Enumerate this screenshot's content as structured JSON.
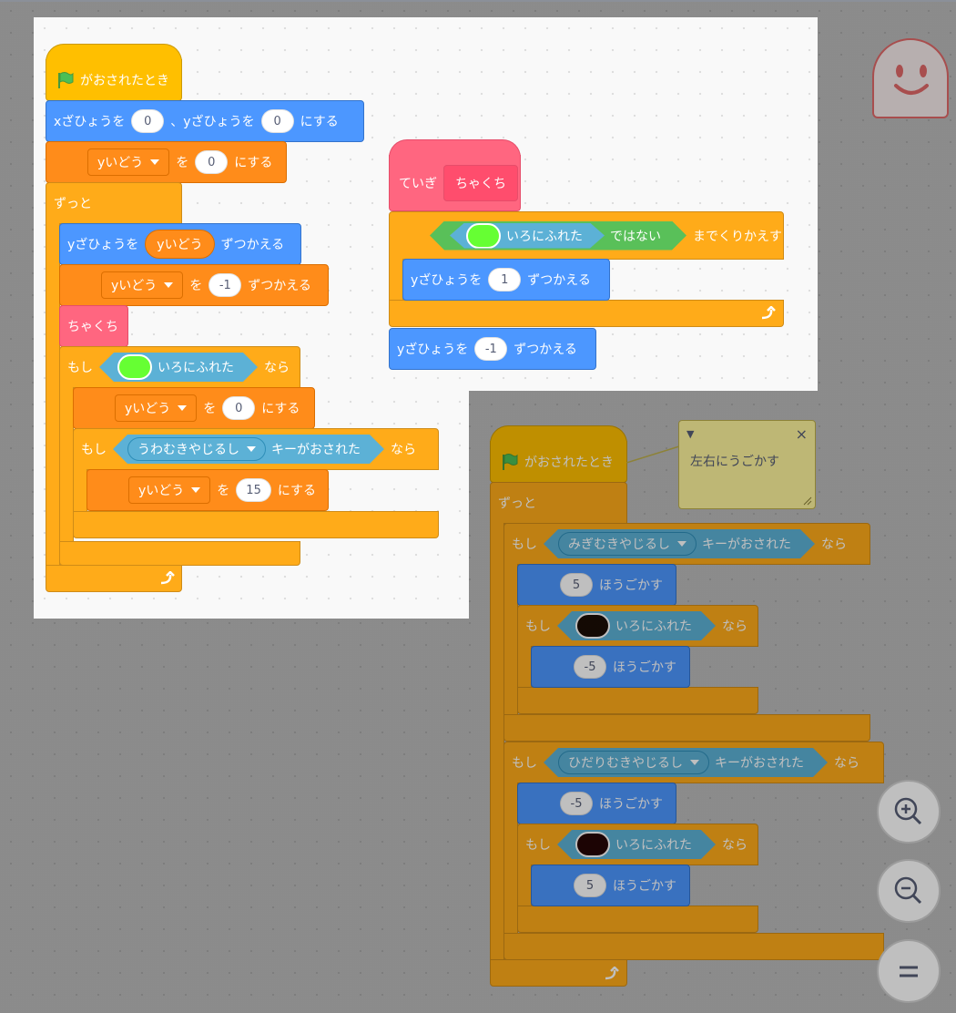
{
  "colors": {
    "motion": "#4c97ff",
    "variables": "#ff8c1a",
    "control": "#ffab19",
    "events": "#ffbf00",
    "sensing": "#5cb1d6",
    "operators": "#59c059",
    "custom": "#ff6680",
    "touch_green": "#66ff33",
    "touch_dark1": "#1a0e06",
    "touch_dark2": "#260606"
  },
  "script1": {
    "hat": "がおされたとき",
    "goto": {
      "x_label": "xざひょうを",
      "x": "0",
      "sep": "、yざひょうを",
      "y": "0",
      "end": "にする"
    },
    "set_var": {
      "var": "yいどう",
      "mid": "を",
      "val": "0",
      "end": "にする"
    },
    "forever": "ずっと",
    "change_y": {
      "label": "yざひょうを",
      "reporter": "yいどう",
      "end": "ずつかえる"
    },
    "change_var": {
      "var": "yいどう",
      "mid": "を",
      "val": "-1",
      "end": "ずつかえる"
    },
    "custom_call": "ちゃくち",
    "if1": {
      "if": "もし",
      "touch": "いろにふれた",
      "then": "なら"
    },
    "set_var2": {
      "var": "yいどう",
      "mid": "を",
      "val": "0",
      "end": "にする"
    },
    "if2": {
      "if": "もし",
      "key": "うわむきやじるし",
      "pressed": "キーがおされた",
      "then": "なら"
    },
    "set_var3": {
      "var": "yいどう",
      "mid": "を",
      "val": "15",
      "end": "にする"
    }
  },
  "script2": {
    "define": "ていぎ",
    "name": "ちゃくち",
    "repeat_until": {
      "touch": "いろにふれた",
      "not": "ではない",
      "end": "までくりかえす"
    },
    "change_y1": {
      "label": "yざひょうを",
      "val": "1",
      "end": "ずつかえる"
    },
    "change_y2": {
      "label": "yざひょうを",
      "val": "-1",
      "end": "ずつかえる"
    }
  },
  "script3": {
    "hat": "がおされたとき",
    "forever": "ずっと",
    "ifR": {
      "if": "もし",
      "key": "みぎむきやじるし",
      "pressed": "キーがおされた",
      "then": "なら"
    },
    "moveR": {
      "val": "5",
      "end": "ほうごかす"
    },
    "ifR2": {
      "if": "もし",
      "touch": "いろにふれた",
      "then": "なら"
    },
    "moveR2": {
      "val": "-5",
      "end": "ほうごかす"
    },
    "ifL": {
      "if": "もし",
      "key": "ひだりむきやじるし",
      "pressed": "キーがおされた",
      "then": "なら"
    },
    "moveL": {
      "val": "-5",
      "end": "ほうごかす"
    },
    "ifL2": {
      "if": "もし",
      "touch": "いろにふれた",
      "then": "なら"
    },
    "moveL2": {
      "val": "5",
      "end": "ほうごかす"
    }
  },
  "comment": {
    "text": "左右にうごかす",
    "close": "×"
  },
  "zoom": {
    "in": "zoom-in-icon",
    "out": "zoom-out-icon",
    "reset": "zoom-reset-icon"
  }
}
